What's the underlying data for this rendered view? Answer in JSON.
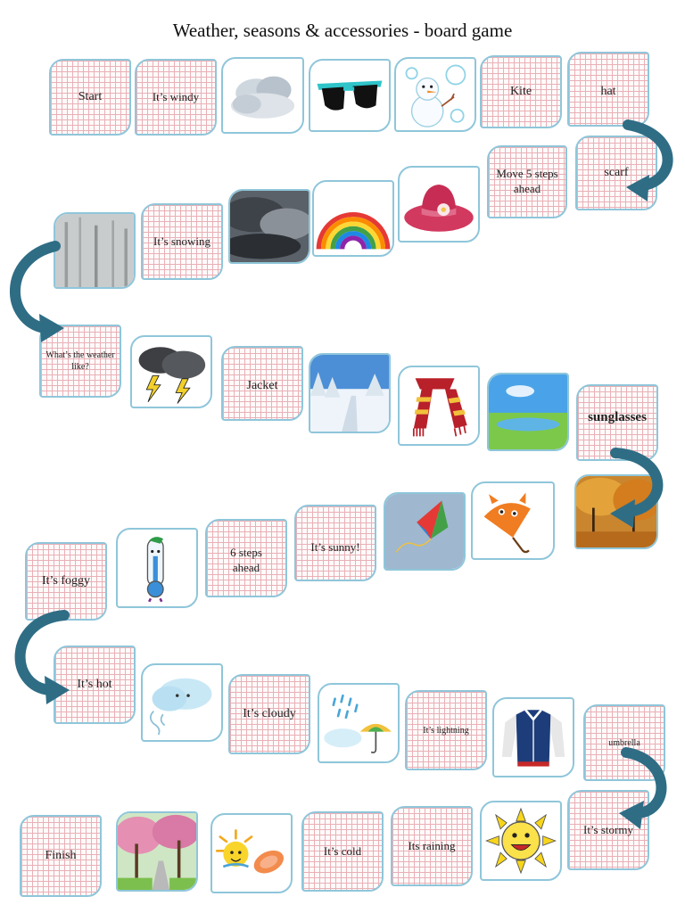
{
  "title": "Weather, seasons & accessories - board game",
  "squares": {
    "start": "Start",
    "windy": "It’s windy",
    "kite": "Kite",
    "hat": "hat",
    "scarf": "scarf",
    "move5": "Move 5 steps ahead",
    "snowing": "It’s snowing",
    "whats_weather": "What’s the weather like?",
    "jacket": "Jacket",
    "sunglasses": "sunglasses",
    "six_steps": "6 steps ahead",
    "sunny": "It’s sunny!",
    "foggy": "It’s foggy",
    "hot": "It’s hot",
    "cloudy": "It’s cloudy",
    "lightning": "It’s lightning",
    "umbrella": "umbrella",
    "stormy": "It’s stormy",
    "raining": "Its raining",
    "cold": "It’s cold",
    "finish": "Finish"
  },
  "pictures": [
    "clouds-icon",
    "sunglasses-icon",
    "snowman-icon",
    "storm-clouds-photo",
    "rainbow-icon",
    "sun-hat-icon",
    "foggy-forest-photo",
    "thunderstorm-icon",
    "snowy-landscape-photo",
    "striped-scarf-icon",
    "sunny-lake-photo",
    "autumn-park-photo",
    "umbrella-cat-icon",
    "kite-icon",
    "cold-thermometer-icon",
    "windy-cloud-icon",
    "rain-cloud-umbrella-icon",
    "varsity-jacket-icon",
    "smiling-sun-icon",
    "sun-and-sandal-icon",
    "blossom-trees-photo"
  ],
  "colors": {
    "grid": "#e8b0b6",
    "border": "#8fc6da",
    "arrow": "#2f6d85"
  }
}
